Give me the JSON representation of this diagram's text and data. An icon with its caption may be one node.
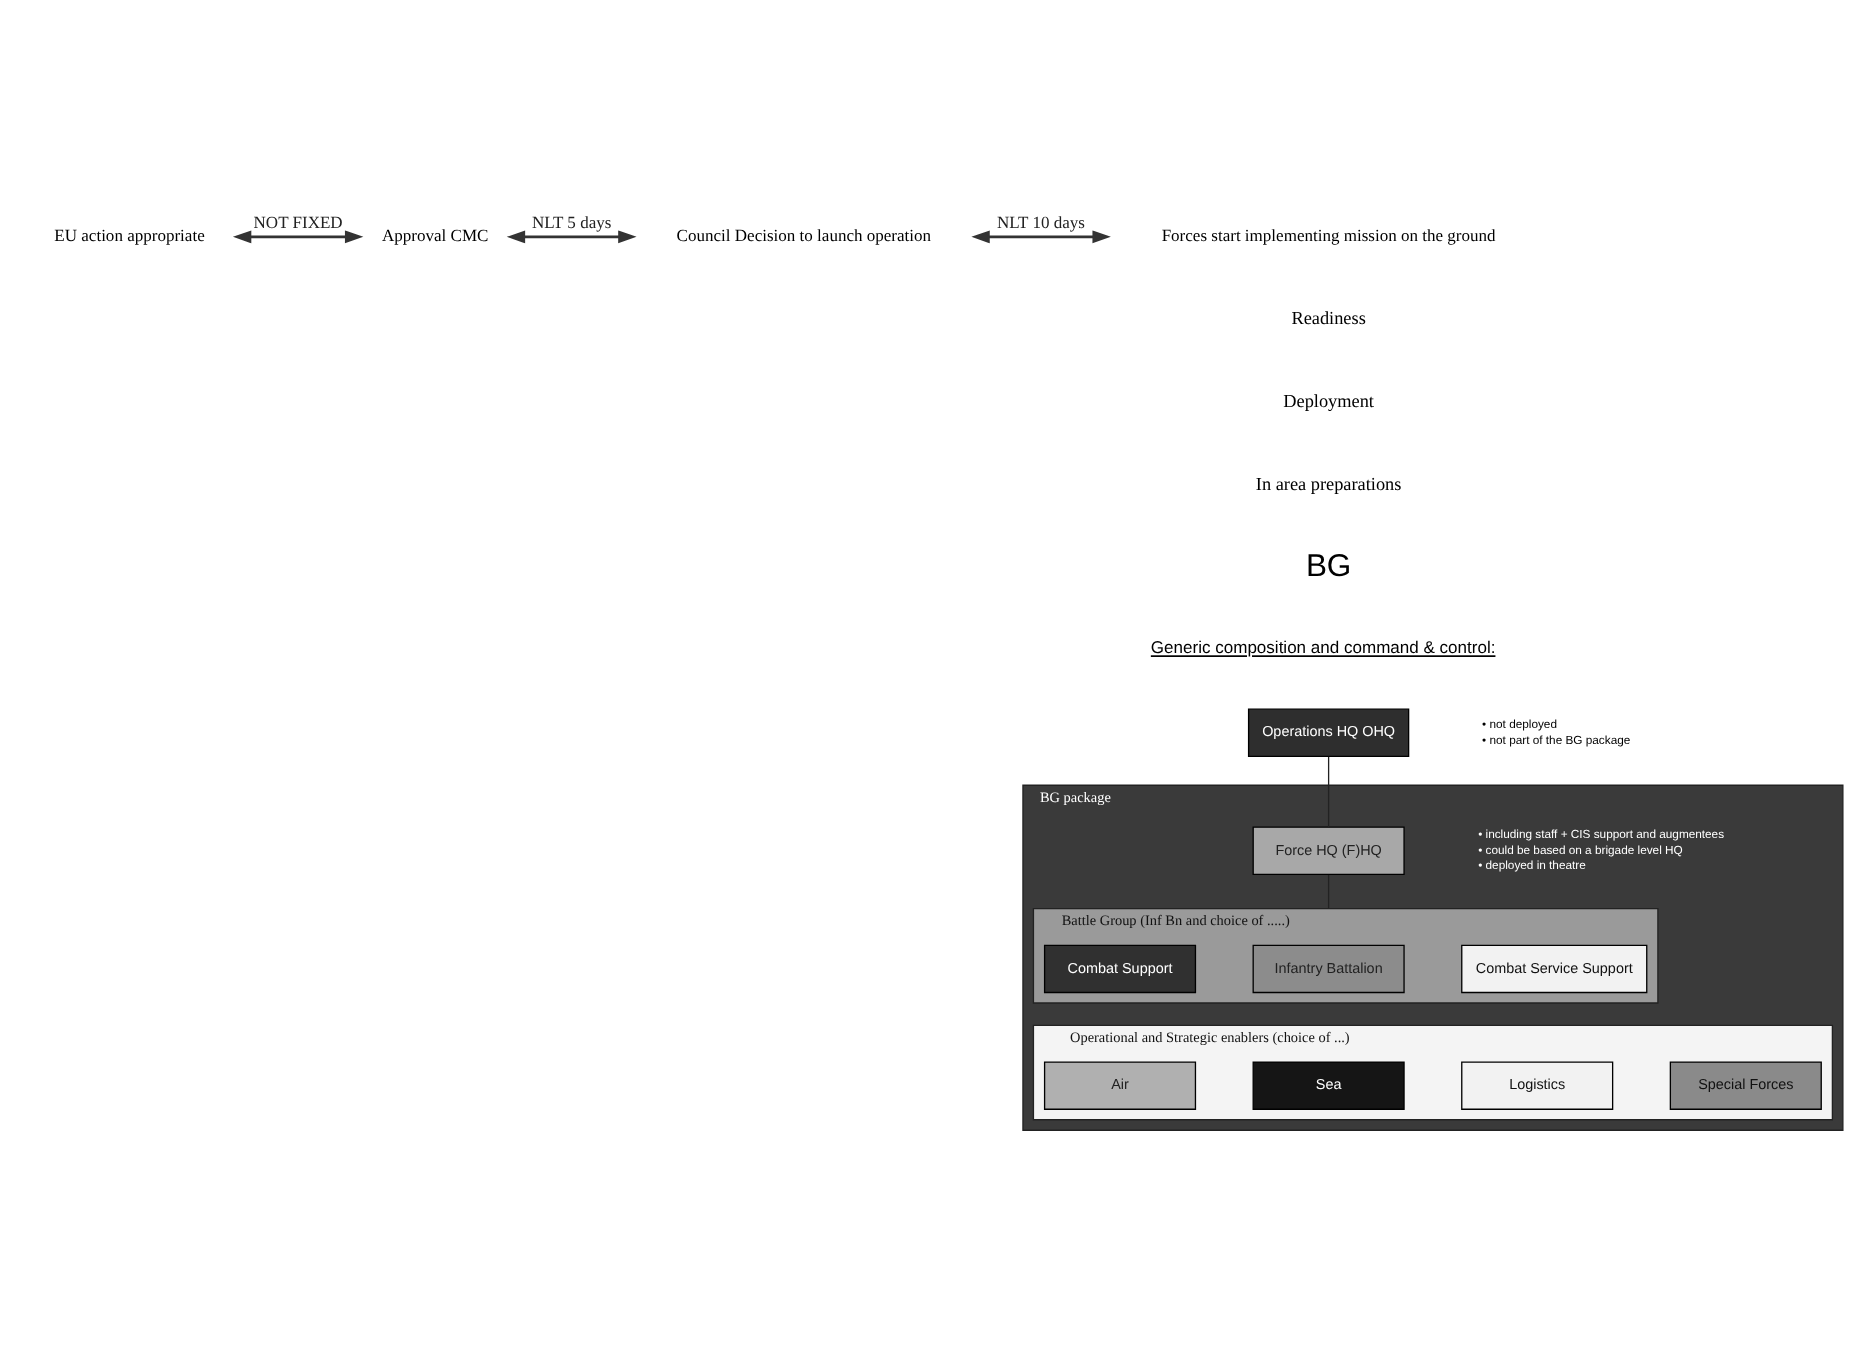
{
  "diagram": {
    "nodes": [
      {
        "text": [
          "EU action appropriate"
        ]
      },
      {
        "text": [
          "Approval CMC"
        ]
      },
      {
        "text": [
          "Council Decision to launch operation"
        ]
      },
      {
        "text": [
          "Forces start implementing mission on the ground"
        ]
      },
      {
        "text": [
          "Operations HQ OHQ"
        ],
        "beside": [
          "• not deployed",
          "• not part of the BG package"
        ]
      },
      {
        "text": [
          "BG package"
        ]
      },
      {
        "text": [
          "Force HQ (F)HQ"
        ],
        "in": 5,
        "beside": [
          "• including staff + CIS support and augmentees",
          "• could be based on a brigade level HQ",
          "• deployed in theatre"
        ]
      },
      {
        "text": [
          "Battle Group (Inf Bn and choice of .....)"
        ],
        "in": 5
      },
      {
        "text": [
          "Combat Support"
        ],
        "in": 7
      },
      {
        "text": [
          "Infantry Battalion"
        ],
        "in": 7
      },
      {
        "text": [
          "Combat Service Support"
        ],
        "in": 7
      },
      {
        "text": [
          "Operational and Strategic enablers (choice of ...)"
        ],
        "in": 5
      },
      {
        "text": [
          "Air"
        ],
        "in": 11
      },
      {
        "text": [
          "Sea"
        ],
        "in": 11
      },
      {
        "text": [
          "Logistics"
        ],
        "in": 11
      },
      {
        "text": [
          "Special Forces"
        ],
        "in": 11
      }
    ],
    "edges": [
      {
        "from": 0,
        "to": 1,
        "arrow": "both",
        "label": "NOT FIXED"
      },
      {
        "from": 1,
        "to": 2,
        "arrow": "both",
        "label": "NLT 5 days"
      },
      {
        "from": 2,
        "to": 3,
        "arrow": "both",
        "label": "NLT 10 days"
      },
      {
        "from": 4,
        "to": 6,
        "arrow": "none"
      },
      {
        "from": 6,
        "to": 7,
        "arrow": "none"
      }
    ],
    "labels": [
      "Readiness",
      "Deployment",
      "In area preparations",
      "BG",
      "Generic composition and command & control:"
    ]
  }
}
